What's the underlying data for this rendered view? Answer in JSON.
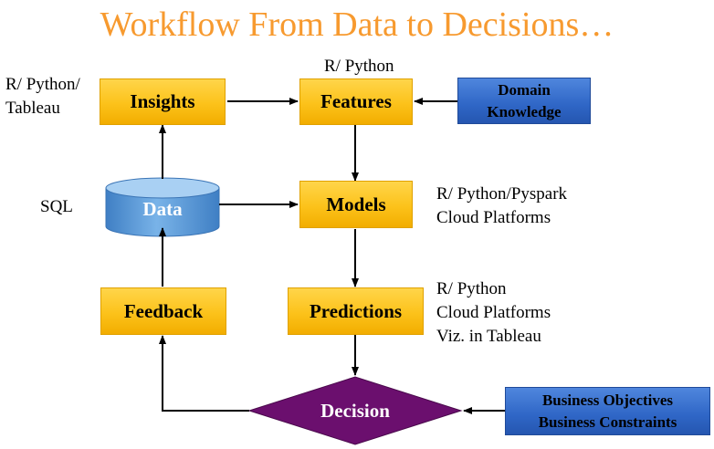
{
  "title": "Workflow From Data to Decisions…",
  "nodes": {
    "insights": "Insights",
    "features": "Features",
    "domain_knowledge": [
      "Domain",
      "Knowledge"
    ],
    "data": "Data",
    "models": "Models",
    "feedback": "Feedback",
    "predictions": "Predictions",
    "decision": "Decision",
    "business": [
      "Business Objectives",
      "Business Constraints"
    ]
  },
  "tools": {
    "insights": [
      "R/ Python/",
      "Tableau"
    ],
    "features": "R/ Python",
    "data": "SQL",
    "models": [
      "R/ Python/Pyspark",
      "Cloud Platforms"
    ],
    "predictions": [
      "R/ Python",
      "Cloud Platforms",
      "Viz. in Tableau"
    ]
  },
  "colors": {
    "title": "#f79a2f",
    "process_box": "#fcc21a",
    "input_box": "#2f66c6",
    "data_cylinder": "#5b9bd5",
    "decision_diamond": "#6b0f6e"
  }
}
